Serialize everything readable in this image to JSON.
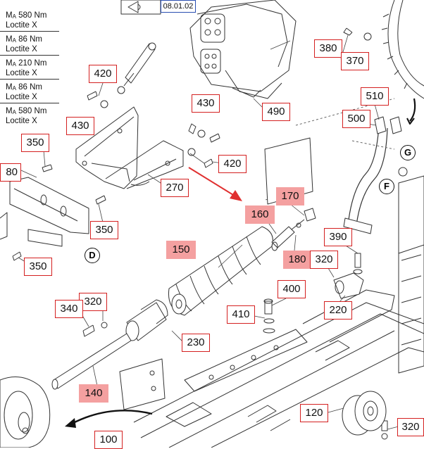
{
  "reference": "08.01.02",
  "torque_specs": [
    {
      "torque": "580 Nm",
      "adhesive": "Loctite X"
    },
    {
      "torque": "86 Nm",
      "adhesive": "Loctite X"
    },
    {
      "torque": "210 Nm",
      "adhesive": "Loctite X"
    },
    {
      "torque": "86 Nm",
      "adhesive": "Loctite X"
    },
    {
      "torque": "580 Nm",
      "adhesive": "Loctite X"
    }
  ],
  "torque_symbol": "M",
  "torque_subscript": "A",
  "detail_labels": [
    "D",
    "F",
    "G"
  ],
  "callouts": [
    {
      "label": "420",
      "highlighted": false
    },
    {
      "label": "430",
      "highlighted": false
    },
    {
      "label": "430",
      "highlighted": false
    },
    {
      "label": "490",
      "highlighted": false
    },
    {
      "label": "380",
      "highlighted": false
    },
    {
      "label": "370",
      "highlighted": false
    },
    {
      "label": "510",
      "highlighted": false
    },
    {
      "label": "500",
      "highlighted": false
    },
    {
      "label": "350",
      "highlighted": false
    },
    {
      "label": "420",
      "highlighted": false
    },
    {
      "label": "80",
      "highlighted": false
    },
    {
      "label": "270",
      "highlighted": false
    },
    {
      "label": "170",
      "highlighted": true
    },
    {
      "label": "160",
      "highlighted": true
    },
    {
      "label": "350",
      "highlighted": false
    },
    {
      "label": "390",
      "highlighted": false
    },
    {
      "label": "150",
      "highlighted": true
    },
    {
      "label": "180",
      "highlighted": true
    },
    {
      "label": "320",
      "highlighted": false
    },
    {
      "label": "350",
      "highlighted": false
    },
    {
      "label": "400",
      "highlighted": false
    },
    {
      "label": "320",
      "highlighted": false
    },
    {
      "label": "340",
      "highlighted": false
    },
    {
      "label": "410",
      "highlighted": false
    },
    {
      "label": "220",
      "highlighted": false
    },
    {
      "label": "230",
      "highlighted": false
    },
    {
      "label": "140",
      "highlighted": true
    },
    {
      "label": "120",
      "highlighted": false
    },
    {
      "label": "100",
      "highlighted": false
    },
    {
      "label": "320",
      "highlighted": false
    }
  ],
  "colors": {
    "callout_border": "#d42020",
    "highlight_fill": "#f4a0a0",
    "arrow": "#e03030",
    "line_art": "#333333",
    "reference_border": "#2a4fb0"
  }
}
